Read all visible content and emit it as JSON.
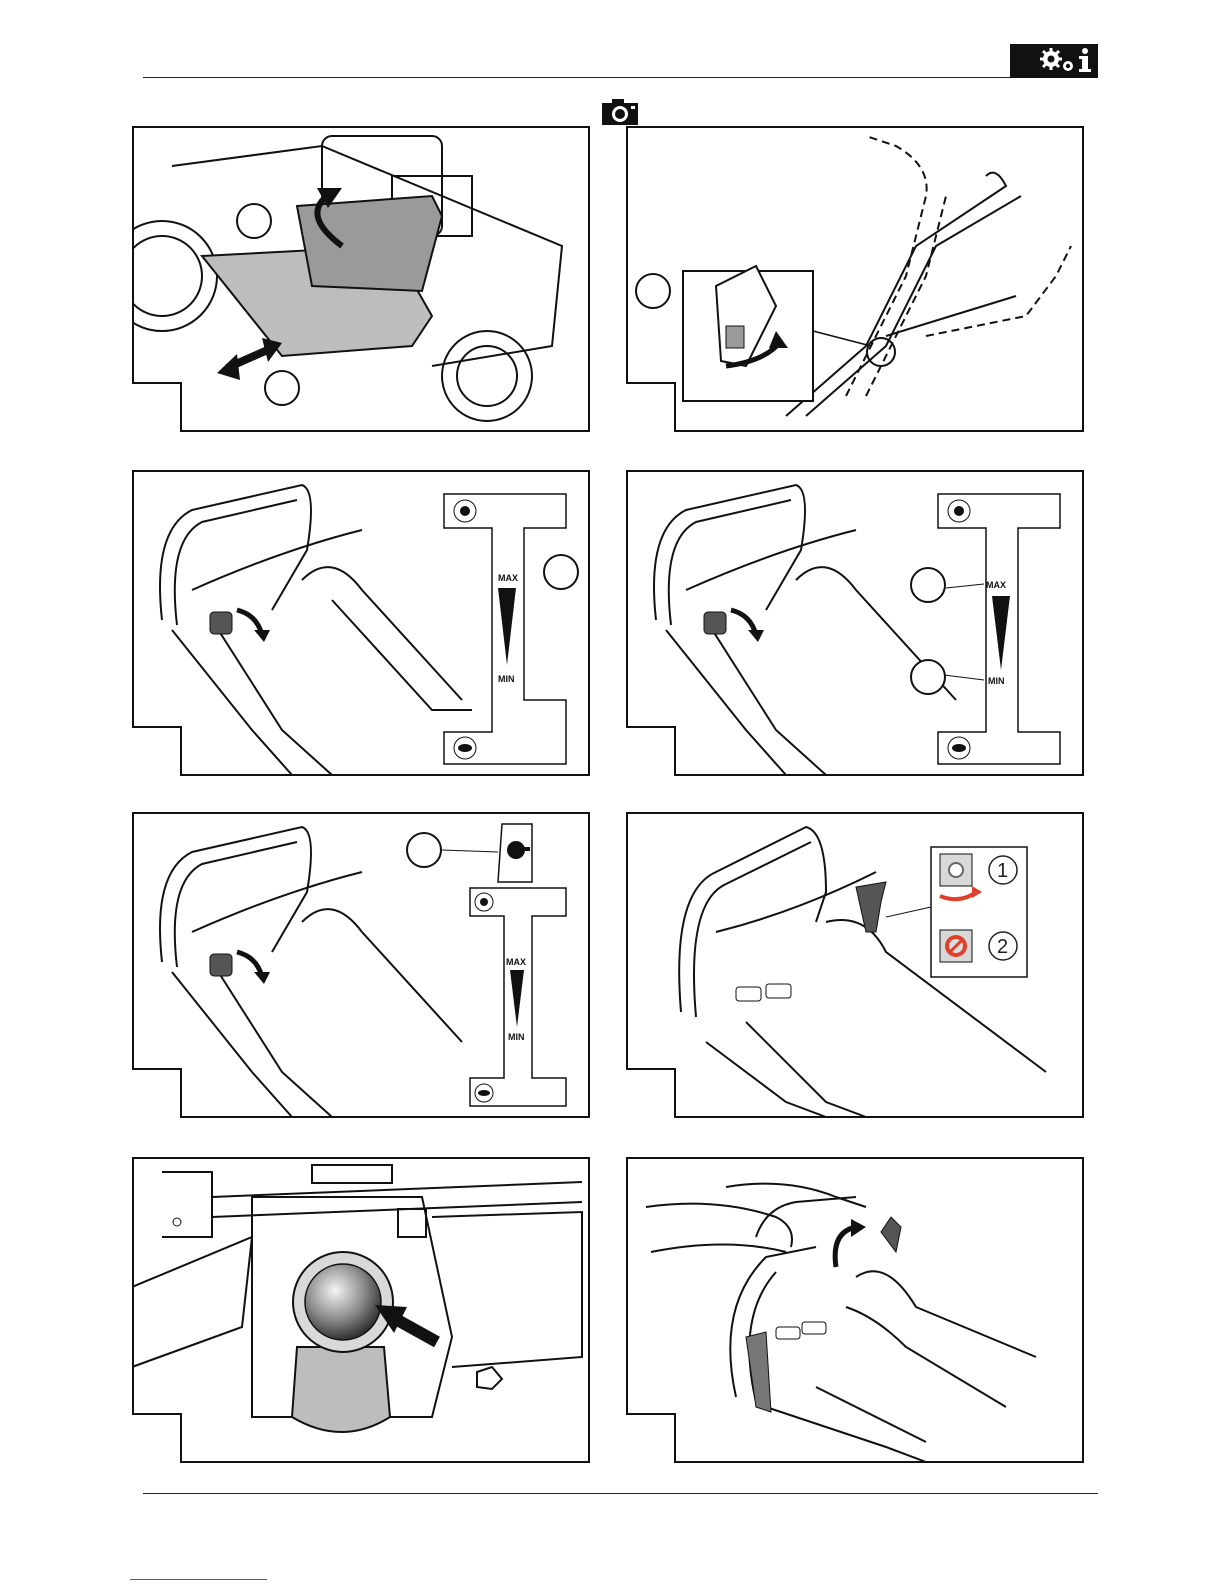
{
  "header": {
    "section_icons": [
      "gear-icon",
      "gear-small-icon",
      "info-icon"
    ],
    "camera_icon": "camera-icon"
  },
  "panels": [
    {
      "id": "bag-removal",
      "callouts": [
        "",
        ""
      ]
    },
    {
      "id": "handle-adjust",
      "callouts": [
        ""
      ]
    },
    {
      "id": "throttle-max",
      "callouts": [
        ""
      ],
      "scale": {
        "max": "MAX",
        "min": "MIN"
      }
    },
    {
      "id": "throttle-range",
      "callouts": [
        "",
        ""
      ],
      "scale": {
        "max": "MAX",
        "min": "MIN"
      }
    },
    {
      "id": "throttle-key",
      "callouts": [
        ""
      ],
      "scale": {
        "max": "MAX",
        "min": "MIN"
      }
    },
    {
      "id": "drive-lever",
      "legend": [
        "1",
        "2"
      ]
    },
    {
      "id": "primer-bulb"
    },
    {
      "id": "brake-bar"
    }
  ],
  "colors": {
    "frame": "#111111",
    "fill_gray": "#bdbdbd",
    "arrow_red": "#e0402a"
  }
}
